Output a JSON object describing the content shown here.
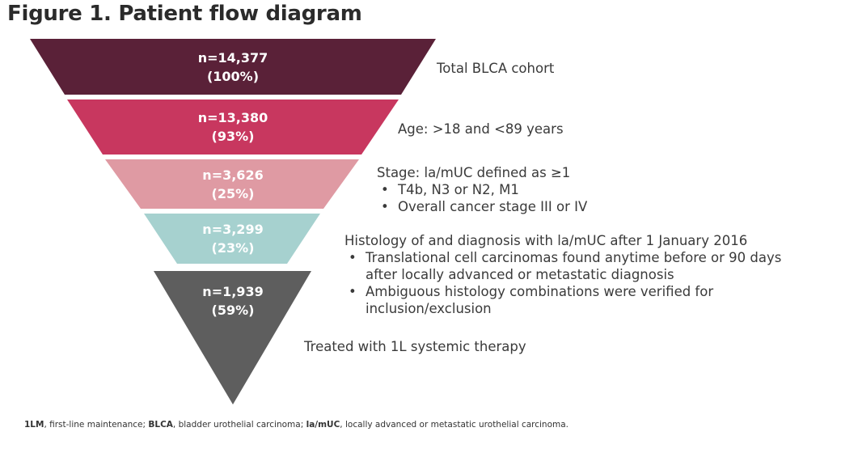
{
  "title": "Figure 1. Patient flow diagram",
  "stages": [
    {
      "count": "n=14,377",
      "percent": "(100%)",
      "color": "#5a2138",
      "label": "Total BLCA cohort",
      "bullets": []
    },
    {
      "count": "n=13,380",
      "percent": "(93%)",
      "color": "#c8375f",
      "label": "Age: >18 and <89 years",
      "bullets": []
    },
    {
      "count": "n=3,626",
      "percent": "(25%)",
      "color": "#df9aa3",
      "label": "Stage: la/mUC defined as ≥1",
      "bullets": [
        "T4b, N3 or N2, M1",
        "Overall cancer stage III or IV"
      ]
    },
    {
      "count": "n=3,299",
      "percent": "(23%)",
      "color": "#a6d1cf",
      "label": "Histology of and diagnosis with la/mUC after 1 January 2016",
      "bullets": [
        [
          "Translational cell carcinomas found anytime before or 90 days",
          "after locally advanced or metastatic diagnosis"
        ],
        [
          "Ambiguous histology combinations were verified for",
          "inclusion/exclusion"
        ]
      ]
    },
    {
      "count": "n=1,939",
      "percent": "(59%)",
      "color": "#5e5e5e",
      "label": "Treated with 1L systemic therapy",
      "bullets": []
    }
  ],
  "footnote": {
    "t1": "1LM",
    "t2": ", first-line maintenance; ",
    "t3": "BLCA",
    "t4": ", bladder urothelial carcinoma; ",
    "t5": "la/mUC",
    "t6": ", locally advanced or metastatic urothelial carcinoma."
  }
}
